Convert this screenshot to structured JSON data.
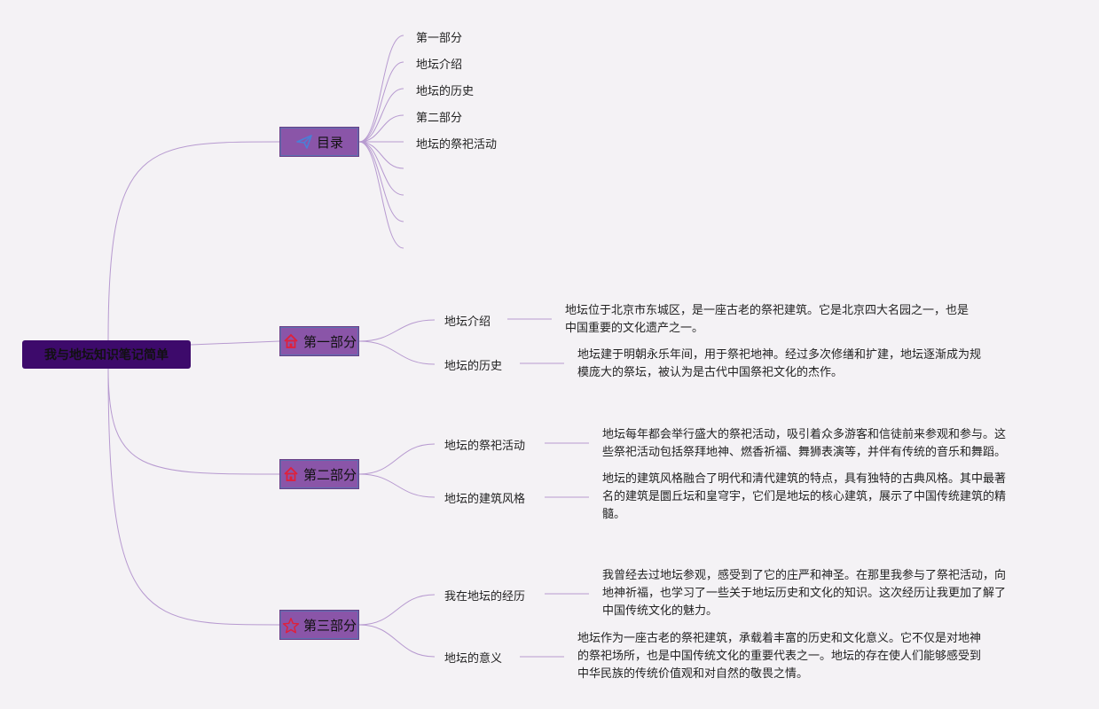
{
  "root": {
    "label": "我与地坛知识笔记简单"
  },
  "toc": {
    "label": "目录",
    "icon": "paper-plane-icon",
    "items": [
      "第一部分",
      "地坛介绍",
      "地坛的历史",
      "第二部分",
      "地坛的祭祀活动",
      "",
      "",
      "",
      ""
    ]
  },
  "sections": [
    {
      "label": "第一部分",
      "icon": "house-icon",
      "topics": [
        {
          "label": "地坛介绍",
          "detail": [
            "地坛位于北京市东城区，是一座古老的祭祀建筑。它是北京四大名园之一，也是",
            "中国重要的文化遗产之一。"
          ]
        },
        {
          "label": "地坛的历史",
          "detail": [
            "地坛建于明朝永乐年间，用于祭祀地神。经过多次修缮和扩建，地坛逐渐成为规",
            "模庞大的祭坛，被认为是古代中国祭祀文化的杰作。"
          ]
        }
      ]
    },
    {
      "label": "第二部分",
      "icon": "house-icon",
      "topics": [
        {
          "label": "地坛的祭祀活动",
          "detail": [
            "地坛每年都会举行盛大的祭祀活动，吸引着众多游客和信徒前来参观和参与。这",
            "些祭祀活动包括祭拜地神、燃香祈福、舞狮表演等，并伴有传统的音乐和舞蹈。"
          ]
        },
        {
          "label": "地坛的建筑风格",
          "detail": [
            "地坛的建筑风格融合了明代和清代建筑的特点，具有独特的古典风格。其中最著",
            "名的建筑是圜丘坛和皇穹宇，它们是地坛的核心建筑，展示了中国传统建筑的精",
            "髓。"
          ]
        }
      ]
    },
    {
      "label": "第三部分",
      "icon": "star-icon",
      "topics": [
        {
          "label": "我在地坛的经历",
          "detail": [
            "我曾经去过地坛参观，感受到了它的庄严和神圣。在那里我参与了祭祀活动，向",
            "地神祈福，也学习了一些关于地坛历史和文化的知识。这次经历让我更加了解了",
            "中国传统文化的魅力。"
          ]
        },
        {
          "label": "地坛的意义",
          "detail": [
            "地坛作为一座古老的祭祀建筑，承载着丰富的历史和文化意义。它不仅是对地神",
            "的祭祀场所，也是中国传统文化的重要代表之一。地坛的存在使人们能够感受到",
            "中华民族的传统价值观和对自然的敬畏之情。"
          ]
        }
      ]
    }
  ],
  "colors": {
    "root_bg": "#3d0a6b",
    "branch_bg": "#8a55a8",
    "line": "#b79ad0",
    "icon_red": "#e0203a",
    "icon_blue": "#4a7fd6"
  }
}
